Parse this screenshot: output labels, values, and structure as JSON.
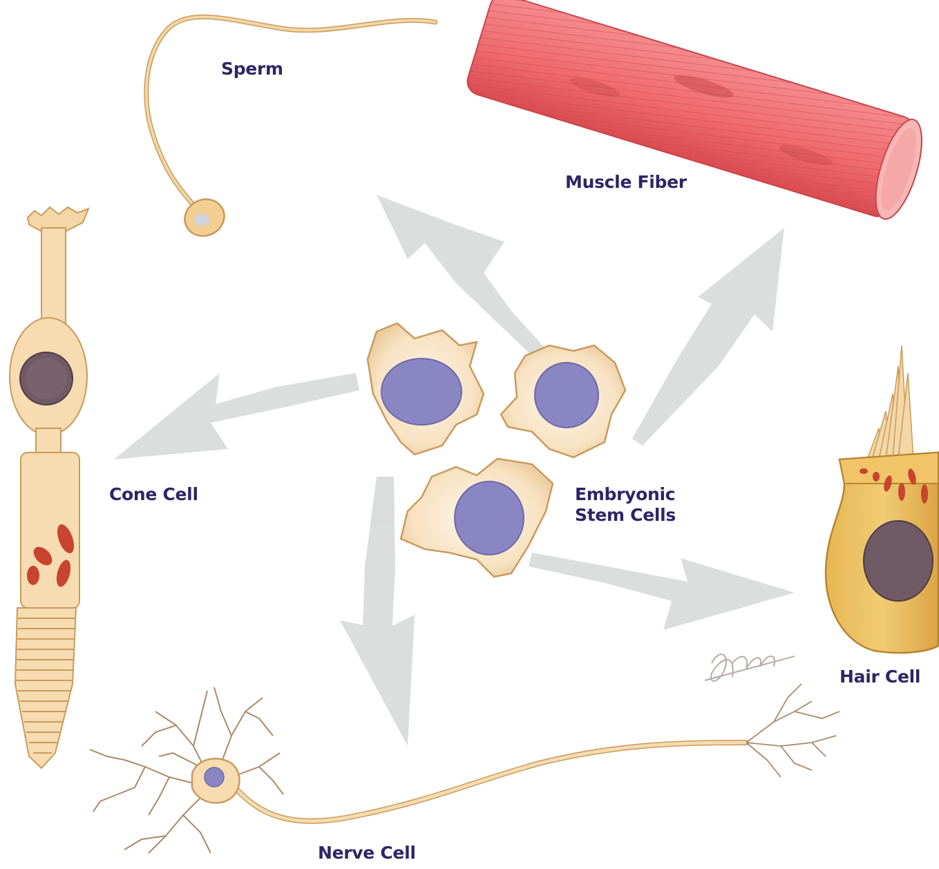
{
  "labels": {
    "sperm": "Sperm",
    "muscle_fiber": "Muscle Fiber",
    "cone_cell": "Cone Cell",
    "embryonic_line1": "Embryonic",
    "embryonic_line2": "Stem Cells",
    "hair_cell": "Hair Cell",
    "nerve_cell": "Nerve Cell"
  },
  "colors": {
    "label_text": "#2e2566",
    "cell_body": "#f6dcb0",
    "cell_outline": "#c99a5c",
    "nucleus": "#8a86c4",
    "muscle": "#ee6b6f",
    "arrow": "#d6d8d8",
    "mitochondria": "#c8442f"
  }
}
